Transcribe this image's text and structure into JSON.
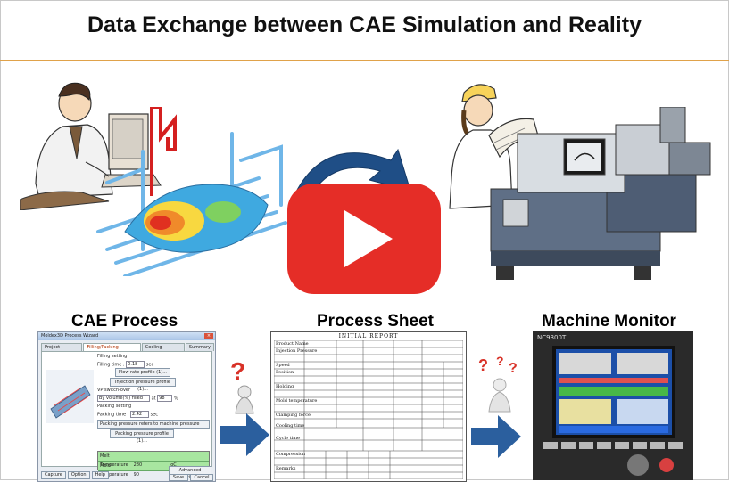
{
  "title": "Data Exchange between CAE Simulation and Reality",
  "sections": {
    "cae": "CAE Process",
    "sheet": "Process Sheet",
    "monitor": "Machine Monitor"
  },
  "cae_window": {
    "title": "Moldex3D Process Wizard",
    "tabs": [
      "Project Settings",
      "Filling/Packing Settings",
      "Cooling Settings",
      "Summary"
    ],
    "filling_setting": "Filling setting",
    "filling_time_label": "Filling time :",
    "filling_time_value": "0.18",
    "filling_time_unit": "sec",
    "flow_rate_btn": "Flow rate profile (1)...",
    "injection_pressure_btn": "Injection pressure profile (1)...",
    "vp_switch": "VP switch-over",
    "vp_mode": "By volume(%) filled",
    "vp_at": "at",
    "vp_value": "98",
    "vp_unit": "%",
    "packing_setting": "Packing setting",
    "packing_time_label": "Packing time :",
    "packing_time_value": "2.42",
    "packing_time_unit": "sec",
    "packing_ref": "Packing pressure refers to machine pressure",
    "packing_profile_btn": "Packing pressure profile (1)...",
    "grid_rows": [
      "Melt Temperature",
      "Mold Temperature"
    ],
    "grid_vals": [
      "280",
      "90"
    ],
    "grid_units": [
      "oC",
      "oC"
    ],
    "advanced_btn": "Advanced Setting...",
    "footer_buttons": [
      "Capture",
      "Option",
      "Help"
    ],
    "save_btn": "Save",
    "cancel_btn": "Cancel"
  },
  "process_sheet": {
    "title": "INITIAL REPORT",
    "rows": [
      "Product Name",
      "Injection Pressure",
      "Speed",
      "Position",
      "Holding",
      "Mold temperature",
      "Clamping force",
      "Cooling time",
      "Cycle time",
      "Compression",
      "Remarks"
    ]
  },
  "monitor": {
    "brand": "NC9300T"
  },
  "colors": {
    "accent_rule": "#e0a24a",
    "play_red": "#e52d27",
    "arrow_blue": "#2b5f9e"
  },
  "icons": [
    "designer-at-computer-icon",
    "mold-cooling-channels-icon",
    "curved-arrow-icon",
    "play-button-icon",
    "engineer-with-blueprint-icon",
    "injection-machine-icon",
    "question-person-icon",
    "arrow-right-icon",
    "machine-monitor-icon"
  ]
}
